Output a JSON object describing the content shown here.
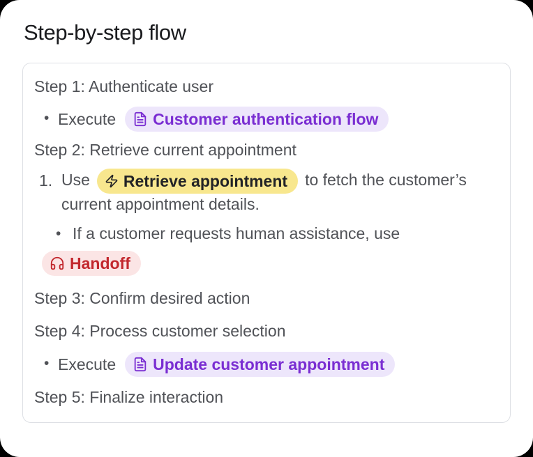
{
  "title": "Step-by-step flow",
  "markers": {
    "bullet": "•"
  },
  "colors": {
    "flow_pill_bg": "#EDE6FB",
    "flow_pill_text": "#7A2ED2",
    "tool_pill_bg": "#F8E78E",
    "tool_pill_text": "#222326",
    "handoff_pill_bg": "#FBE5E5",
    "handoff_pill_text": "#C2272D",
    "body_text": "#505257",
    "card_border": "#DEE0E5"
  },
  "icons": {
    "flow": "file-text-icon",
    "tool": "zap-icon",
    "handoff": "headset-icon"
  },
  "steps": {
    "step1": {
      "label": "Step 1: Authenticate user",
      "bullet_prefix": "Execute",
      "pill": {
        "label": "Customer authentication flow",
        "icon": "file-text-icon"
      }
    },
    "step2": {
      "label": "Step 2: Retrieve current appointment",
      "item": {
        "number": "1.",
        "text_before_pill": "Use",
        "pill": {
          "label": "Retrieve appointment",
          "icon": "zap-icon"
        },
        "text_after_pill": "to fetch the customer’s current appointment details.",
        "sub_bullet": {
          "text": "If a customer requests human assistance, use",
          "pill": {
            "label": "Handoff",
            "icon": "headset-icon"
          }
        }
      }
    },
    "step3": {
      "label": "Step 3: Confirm desired action"
    },
    "step4": {
      "label": "Step 4: Process customer selection",
      "bullet_prefix": "Execute",
      "pill": {
        "label": "Update customer appointment",
        "icon": "file-text-icon"
      }
    },
    "step5": {
      "label": "Step 5: Finalize interaction"
    }
  }
}
